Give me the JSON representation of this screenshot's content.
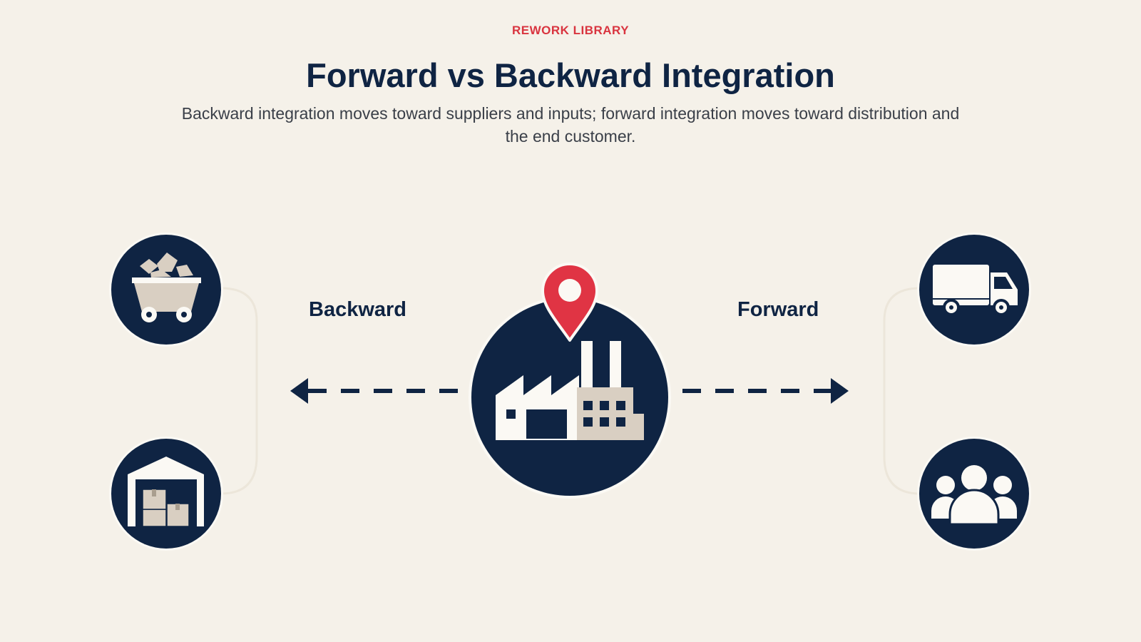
{
  "header": {
    "eyebrow": "REWORK LIBRARY",
    "title": "Forward vs Backward Integration",
    "subtitle": "Backward integration moves toward suppliers and inputs; forward integration moves toward distribution and the end customer."
  },
  "diagram": {
    "backward_label": "Backward",
    "forward_label": "Forward",
    "center_icon": "factory-icon",
    "location_marker_icon": "location-pin-icon",
    "left_icons": [
      "mine-cart-icon",
      "warehouse-icon"
    ],
    "right_icons": [
      "truck-icon",
      "customers-icon"
    ]
  },
  "colors": {
    "background": "#f5f1e9",
    "navy": "#0f2443",
    "accent": "#e03444",
    "beige": "#d9cfc2"
  }
}
